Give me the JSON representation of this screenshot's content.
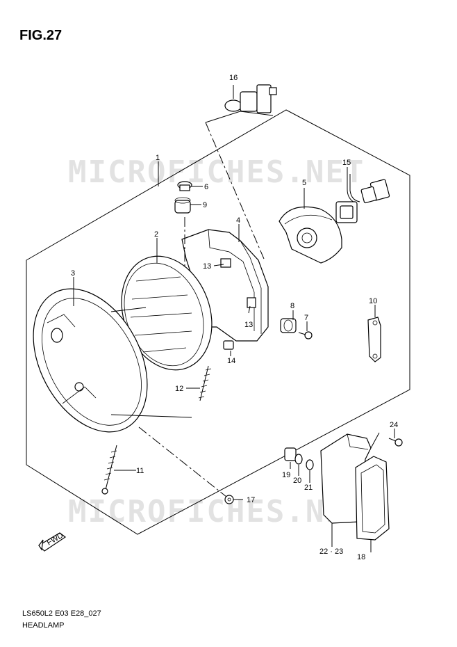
{
  "figure": {
    "title": "FIG.27",
    "model_code": "LS650L2 E03 E28_027",
    "caption": "HEADLAMP"
  },
  "watermark": "MICROFICHES.NET",
  "fwd_marker": "FWD",
  "callouts": {
    "c1": "1",
    "c2": "2",
    "c3": "3",
    "c4": "4",
    "c5": "5",
    "c6": "6",
    "c7": "7",
    "c8": "8",
    "c9": "9",
    "c10": "10",
    "c11": "11",
    "c12": "12",
    "c13a": "13",
    "c13b": "13",
    "c14": "14",
    "c15": "15",
    "c16": "16",
    "c17": "17",
    "c18": "18",
    "c19": "19",
    "c20": "20",
    "c21": "21",
    "c22": "22 · 23",
    "c24": "24"
  }
}
